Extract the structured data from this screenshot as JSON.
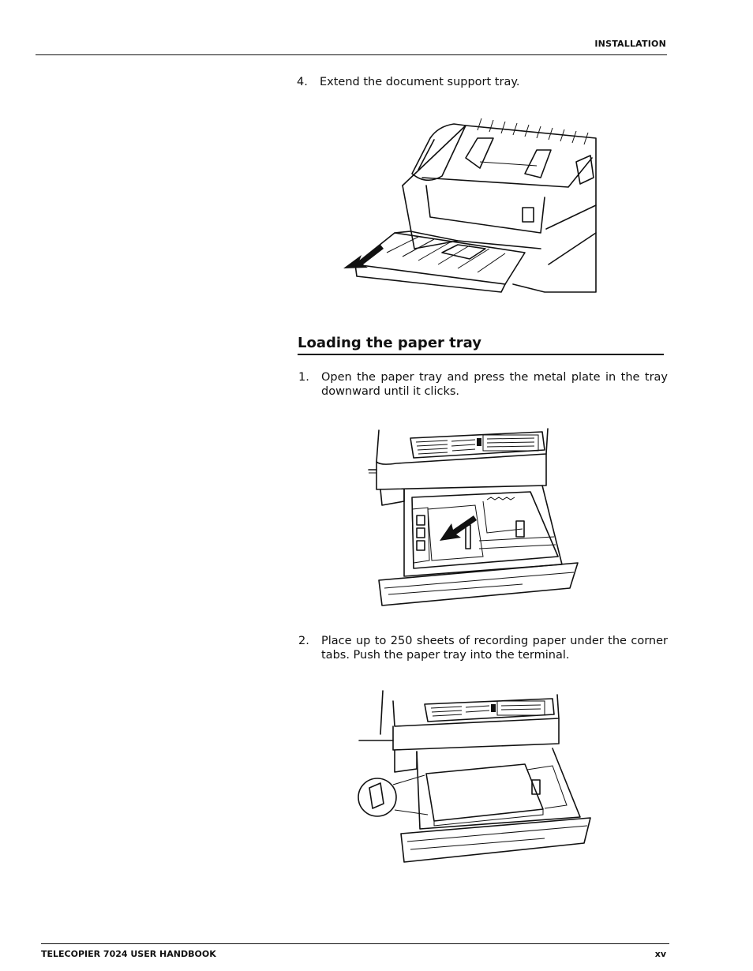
{
  "header": {
    "section_label": "INSTALLATION"
  },
  "steps_top": [
    {
      "number": "4.",
      "text": "Extend the document support tray."
    }
  ],
  "section": {
    "title": "Loading the paper tray",
    "steps": [
      {
        "number": "1.",
        "text": "Open the paper tray and press the metal plate in the tray downward until it clicks."
      },
      {
        "number": "2.",
        "text": "Place up to 250 sheets of recording paper under the corner tabs. Push the paper tray into the terminal."
      }
    ]
  },
  "footer": {
    "left": "TELECOPIER 7024 USER HANDBOOK",
    "right": "xv"
  }
}
